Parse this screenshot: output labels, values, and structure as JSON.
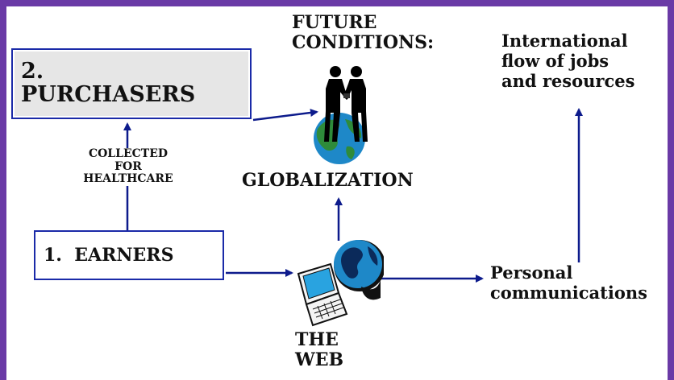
{
  "nodes": {
    "purchasers": {
      "number": "2.",
      "label": "PURCHASERS"
    },
    "earners": {
      "label": "1.  EARNERS"
    },
    "future_conditions": {
      "line1": "FUTURE",
      "line2": "CONDITIONS:"
    },
    "globalization": {
      "label": "GLOBALIZATION"
    },
    "the_web": {
      "line1": "THE",
      "line2": "WEB"
    },
    "personal_communications": {
      "line1": "Personal",
      "line2": "communications"
    },
    "international_flow": {
      "line1": "International",
      "line2": "flow of jobs",
      "line3": "and resources"
    }
  },
  "edge_labels": {
    "collected": {
      "line1": "COLLECTED",
      "line2": "FOR",
      "line3": "HEALTHCARE"
    }
  },
  "icons": {
    "handshake": "handshake-icon",
    "globe": "globe-icon",
    "computer": "computer-icon"
  },
  "colors": {
    "frame": "#6a3aa6",
    "arrow": "#0d1b8c",
    "box_border": "#1a2aa8",
    "purchasers_fill": "#e6e6e6",
    "ocean": "#1e88c8",
    "land": "#2e8b3a"
  }
}
